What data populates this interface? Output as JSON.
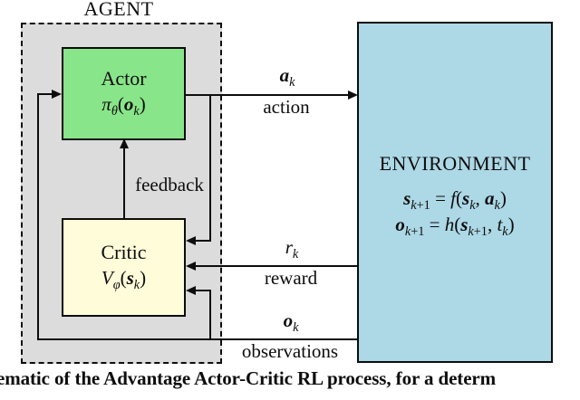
{
  "figure": {
    "agent": {
      "label": "AGENT"
    },
    "actor": {
      "title": "Actor",
      "formula_html": "<i>π</i><sub><i>θ</i></sub>(<b><i>o</i></b><sub><i>k</i></sub>)"
    },
    "critic": {
      "title": "Critic",
      "formula_html": "<i>V</i><sub><i>φ</i></sub>(<b><i>s</i></b><sub><i>k</i></sub>)"
    },
    "environment": {
      "title": "ENVIRONMENT",
      "state_equation_html": "<b><i>s</i></b><sub><i>k</i>+1</sub> = <i>f</i>(<b><i>s</i></b><sub><i>k</i></sub>, <b><i>a</i></b><sub><i>k</i></sub>)",
      "observation_equation_html": "<b><i>o</i></b><sub><i>k</i>+1</sub> = <i>h</i>(<b><i>s</i></b><sub><i>k</i>+1</sub>, <i>t</i><sub><i>k</i></sub>)"
    },
    "signals": {
      "action": {
        "symbol_html": "<b><i>a</i></b><sub><i>k</i></sub>",
        "label": "action"
      },
      "reward": {
        "symbol_html": "<i>r</i><sub><i>k</i></sub>",
        "label": "reward"
      },
      "observations": {
        "symbol_html": "<b><i>o</i></b><sub><i>k</i></sub>",
        "label": "observations"
      },
      "feedback": {
        "label": "feedback"
      }
    }
  },
  "caption": {
    "visible_text": "ematic of the Advantage Actor-Critic RL process, for a determ"
  },
  "colors": {
    "agent_fill": "#dcdcdc",
    "actor_fill": "#89e589",
    "critic_fill": "#fffcda",
    "environment_fill": "#add8e6",
    "line": "#0d0d0d"
  }
}
